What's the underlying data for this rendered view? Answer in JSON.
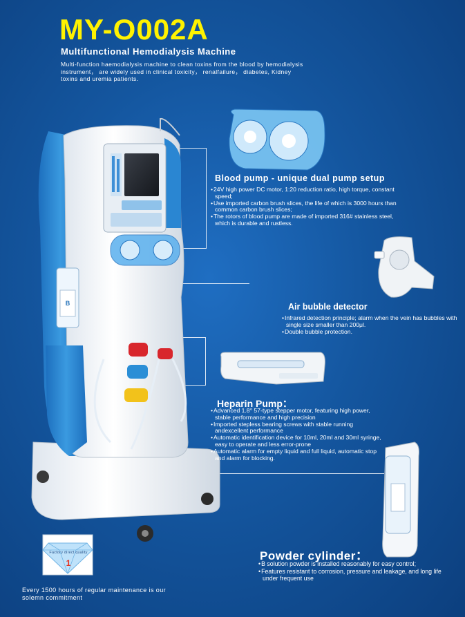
{
  "header": {
    "title": "MY-O002A",
    "subtitle": "Multifunctional Hemodialysis Machine",
    "intro": "Multi-function haemodialysis machine to clean toxins from the blood by hemodialysis instrument， are widely used in clinical toxicity， renalfailure， diabetes, Kidney toxins and uremia patients."
  },
  "blood_pump": {
    "title": "Blood pump - unique dual pump setup",
    "items": [
      "24V high power DC motor, 1:20 reduction ratio, high torque, constant speed;",
      "Use imported carbon brush slices, the life of which is 3000 hours than common carbon brush slices;",
      "The rotors of blood pump are made of imported 316# stainless steel, which is durable and rustless."
    ]
  },
  "air_bubble": {
    "title": "Air bubble detector",
    "items": [
      "Infrared detection principle; alarm when the vein has bubbles with single size smaller than 200μl.",
      "Double bubble protection."
    ]
  },
  "heparin": {
    "title": "Heparin Pump：",
    "items": [
      "Advanced 1.8° 57-type stepper motor, featuring high power, stable performance and high precision",
      "Imported stepless bearing screws with stable running andexcellent performance",
      "Automatic identification device for 10ml, 20ml and 30ml syringe, easy to operate and less error-prone",
      "Automatic alarm for empty liquid and full liquid, automatic stop and alarm for blocking."
    ]
  },
  "powder": {
    "title": "Powder cylinder：",
    "items": [
      "B solution powder is installed reasonably for easy control;",
      "Features resistant to corrosion, pressure and leakage, and long life under frequent use"
    ]
  },
  "badge": {
    "text": "Factory direct quality",
    "number": "1"
  },
  "commitment": "Every 1500 hours of regular maintenance is our solemn commitment",
  "colors": {
    "background": "#14569f",
    "title": "#fff200",
    "machine_white": "#f4f7fa",
    "machine_blue": "#2a86d2",
    "red_port": "#d8262c",
    "blue_port": "#2a8ed6",
    "yellow_port": "#f2c21b"
  }
}
